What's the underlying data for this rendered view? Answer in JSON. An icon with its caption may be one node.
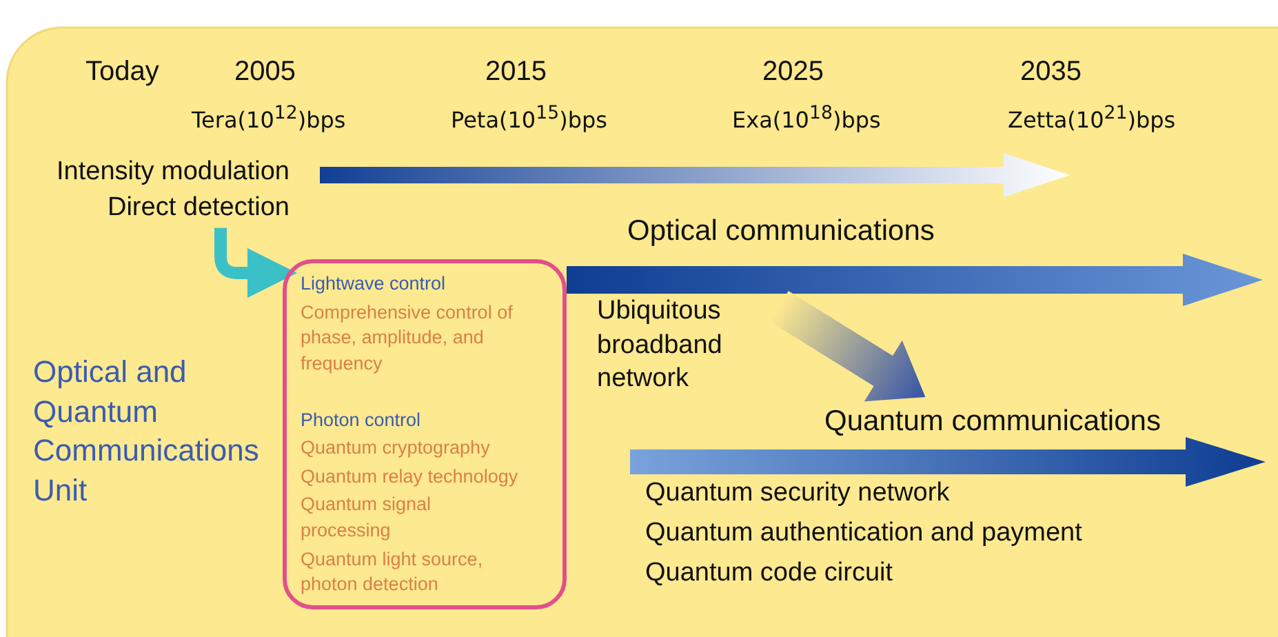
{
  "diagram": {
    "nodes": [
      {
        "text": [
          "Intensity modulation Direct detection"
        ]
      },
      {
        "text": [
          "Lightwave control",
          "Comprehensive control of phase, amplitude, and frequency",
          "Photon control",
          "Quantum cryptography",
          "Quantum relay technology",
          "Quantum signal processing",
          "Quantum light source, photon detection"
        ]
      },
      {
        "text": [
          "Quantum communications"
        ]
      }
    ],
    "edges": [
      {
        "from": 0,
        "to": null,
        "arrow": "to"
      },
      {
        "from": 0,
        "to": 1,
        "arrow": "to",
        "color": "#3cc0c8"
      },
      {
        "from": 1,
        "to": null,
        "arrow": "to",
        "label": "Optical communications"
      },
      {
        "from": null,
        "to": 2,
        "arrow": "to"
      }
    ],
    "labels": [
      "Today",
      "2005",
      "2015",
      "2025",
      "2035",
      "Tera(10$^{12}$)bps",
      "Peta(10$^{15}$)bps",
      "Exa(10$^{18}$)bps",
      "Zetta(10$^{21}$)bps",
      "Ubiquitous broadband network",
      "Optical and Quantum Communications Unit",
      "Quantum security network",
      "Quantum authentication and payment",
      "Quantum code circuit"
    ]
  }
}
